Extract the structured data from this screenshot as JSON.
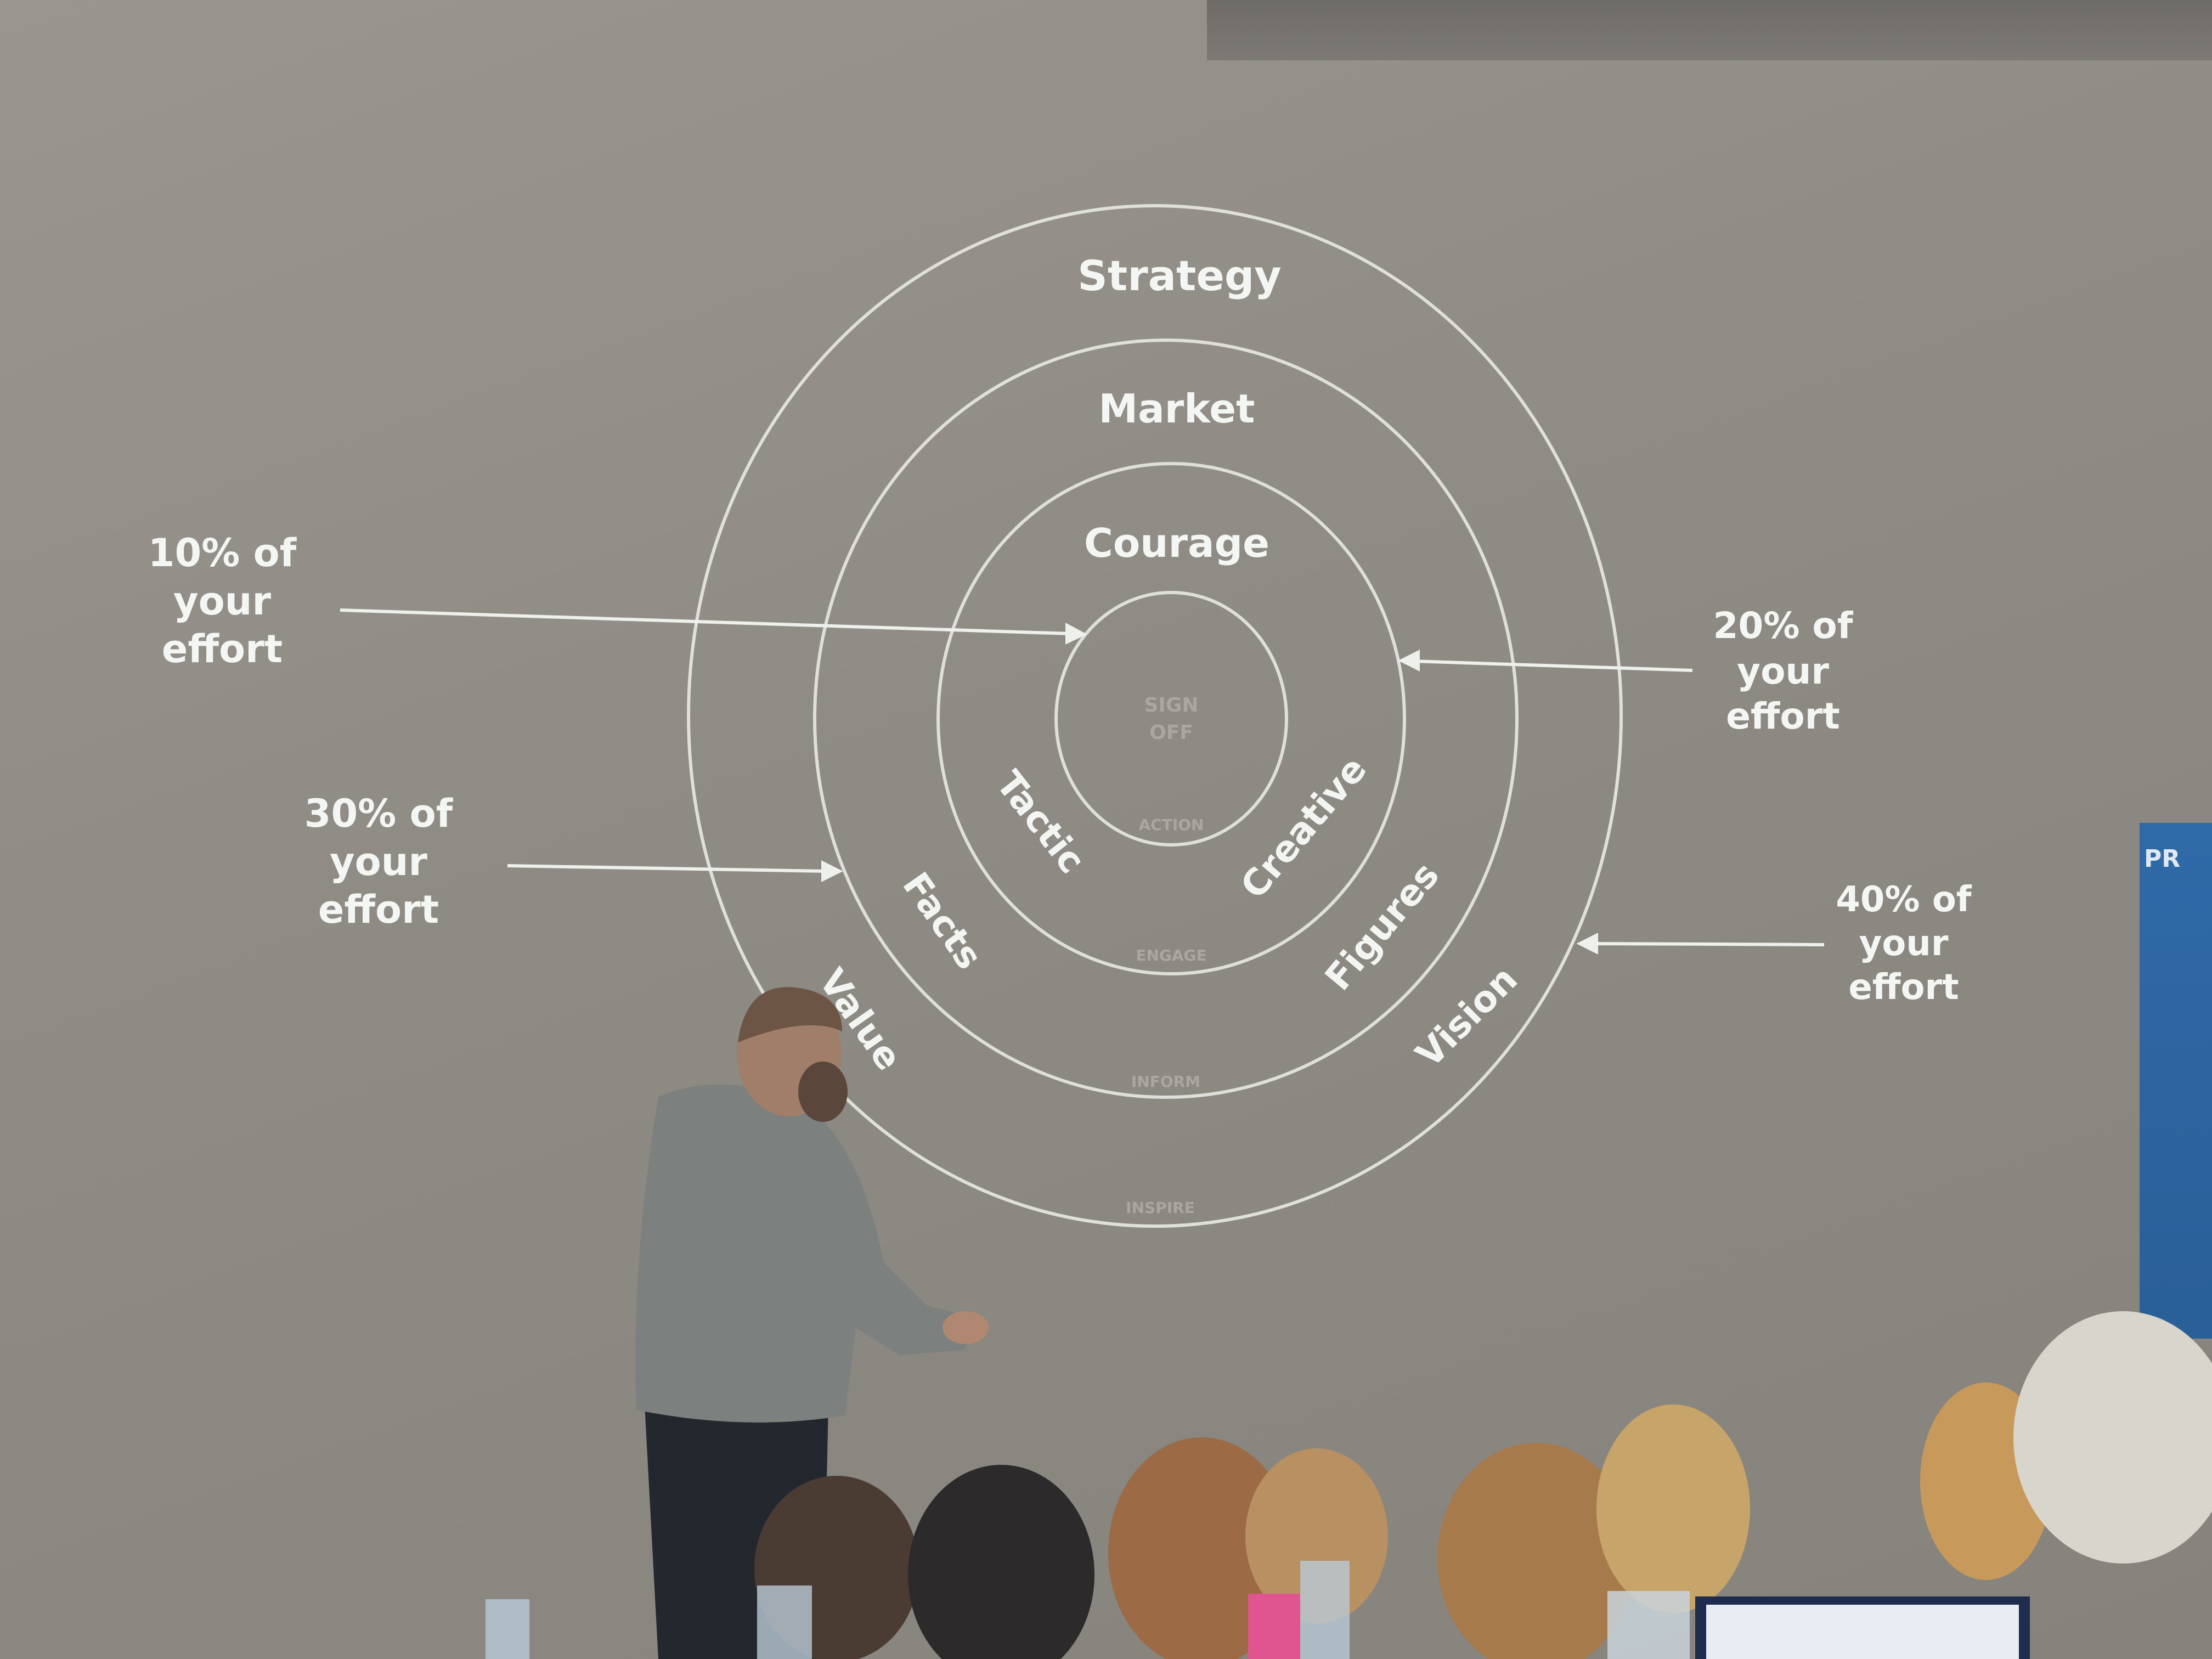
{
  "slide": {
    "rings": {
      "outer": "Strategy",
      "second": "Market",
      "third": "Courage",
      "center_top": "SIGN",
      "center_bottom": "OFF"
    },
    "arc_labels": {
      "tactic": "Tactic",
      "creative": "Creative",
      "facts": "Facts",
      "figures": "Figures",
      "value": "Value",
      "vision": "Vision"
    },
    "faint_labels": {
      "inner": "ACTION",
      "third": "ENGAGE",
      "second": "INFORM",
      "outer": "INSPIRE"
    },
    "effort_labels": {
      "ten": [
        "10% of",
        "your",
        "effort"
      ],
      "twenty": [
        "20% of",
        "your",
        "effort"
      ],
      "thirty": [
        "30% of",
        "your",
        "effort"
      ],
      "forty": [
        "40% of",
        "your",
        "effort"
      ]
    }
  },
  "background": {
    "banner_text": "PR"
  },
  "colors": {
    "wall": "#8f8b85",
    "slide_text": "#f4f6f3",
    "ring_stroke": "#e6e7e2",
    "banner": "#2f6aa8"
  }
}
